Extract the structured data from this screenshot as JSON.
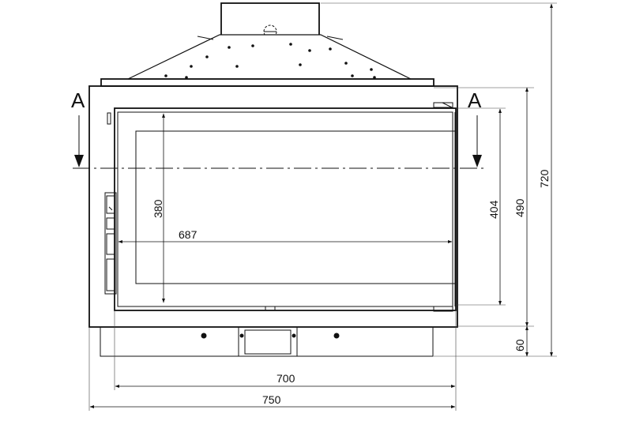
{
  "section_marks": {
    "left": "A",
    "right": "A"
  },
  "dimensions": {
    "height_total": "720",
    "glass_outer_height": "490",
    "opening_height": "404",
    "inner_height": "380",
    "inner_width": "687",
    "opening_width": "700",
    "total_width": "750",
    "base_height": "60"
  }
}
